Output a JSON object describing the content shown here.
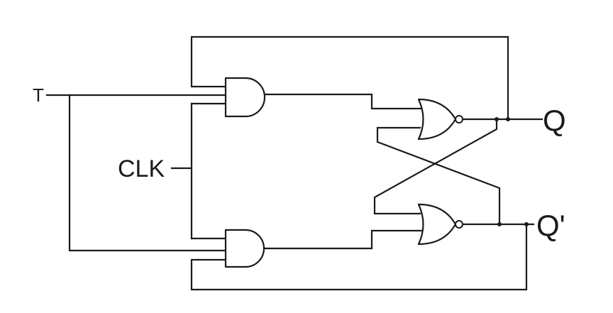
{
  "labels": {
    "t_input": "T",
    "clk_input": "CLK",
    "q_output": "Q",
    "q_bar_output": "Q'"
  },
  "colors": {
    "line": "#1a1a1a",
    "background": "#ffffff"
  }
}
